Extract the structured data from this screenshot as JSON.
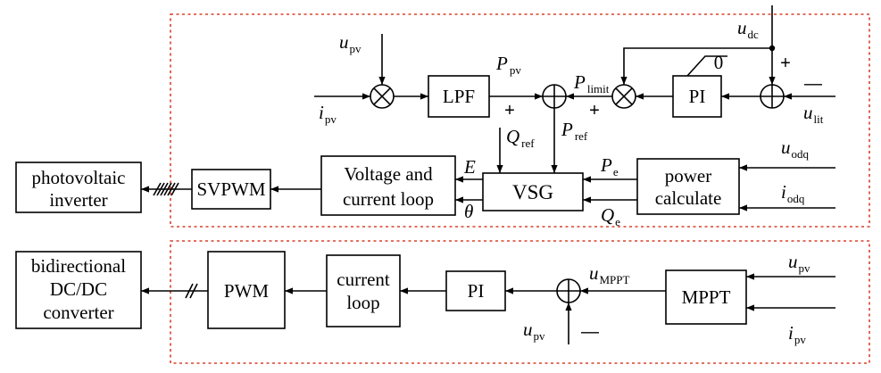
{
  "blocks": {
    "lpf": "LPF",
    "pi_top": "PI",
    "pi_zero": "0",
    "vsg": "VSG",
    "voltage_loop_line1": "Voltage and",
    "voltage_loop_line2": "current loop",
    "svpwm": "SVPWM",
    "pv_inverter_line1": "photovoltaic",
    "pv_inverter_line2": "inverter",
    "power_calc_line1": "power",
    "power_calc_line2": "calculate",
    "mppt": "MPPT",
    "pi_bottom": "PI",
    "current_loop_line1": "current",
    "current_loop_line2": "loop",
    "pwm": "PWM",
    "dcdc_line1": "bidirectional",
    "dcdc_line2": "DC/DC",
    "dcdc_line3": "converter"
  },
  "signals": {
    "u_pv_top": {
      "base": "u",
      "sub": "pv"
    },
    "i_pv_top": {
      "base": "i",
      "sub": "pv"
    },
    "p_pv": {
      "base": "P",
      "sub": "pv"
    },
    "p_limit": {
      "base": "P",
      "sub": "limit"
    },
    "u_dc": {
      "base": "u",
      "sub": "dc"
    },
    "u_lit": {
      "base": "u",
      "sub": "lit"
    },
    "q_ref": {
      "base": "Q",
      "sub": "ref"
    },
    "p_ref": {
      "base": "P",
      "sub": "ref"
    },
    "p_e": {
      "base": "P",
      "sub": "e"
    },
    "q_e": {
      "base": "Q",
      "sub": "e"
    },
    "e": {
      "base": "E",
      "sub": ""
    },
    "theta": {
      "base": "θ",
      "sub": ""
    },
    "u_odq": {
      "base": "u",
      "sub": "odq"
    },
    "i_odq": {
      "base": "i",
      "sub": "odq"
    },
    "u_mppt": {
      "base": "u",
      "sub": "MPPT"
    },
    "u_pv_mppt": {
      "base": "u",
      "sub": "pv"
    },
    "i_pv_mppt": {
      "base": "i",
      "sub": "pv"
    },
    "u_pv_bottom": {
      "base": "u",
      "sub": "pv"
    }
  },
  "signs": {
    "plus": "+",
    "minus": "—"
  }
}
